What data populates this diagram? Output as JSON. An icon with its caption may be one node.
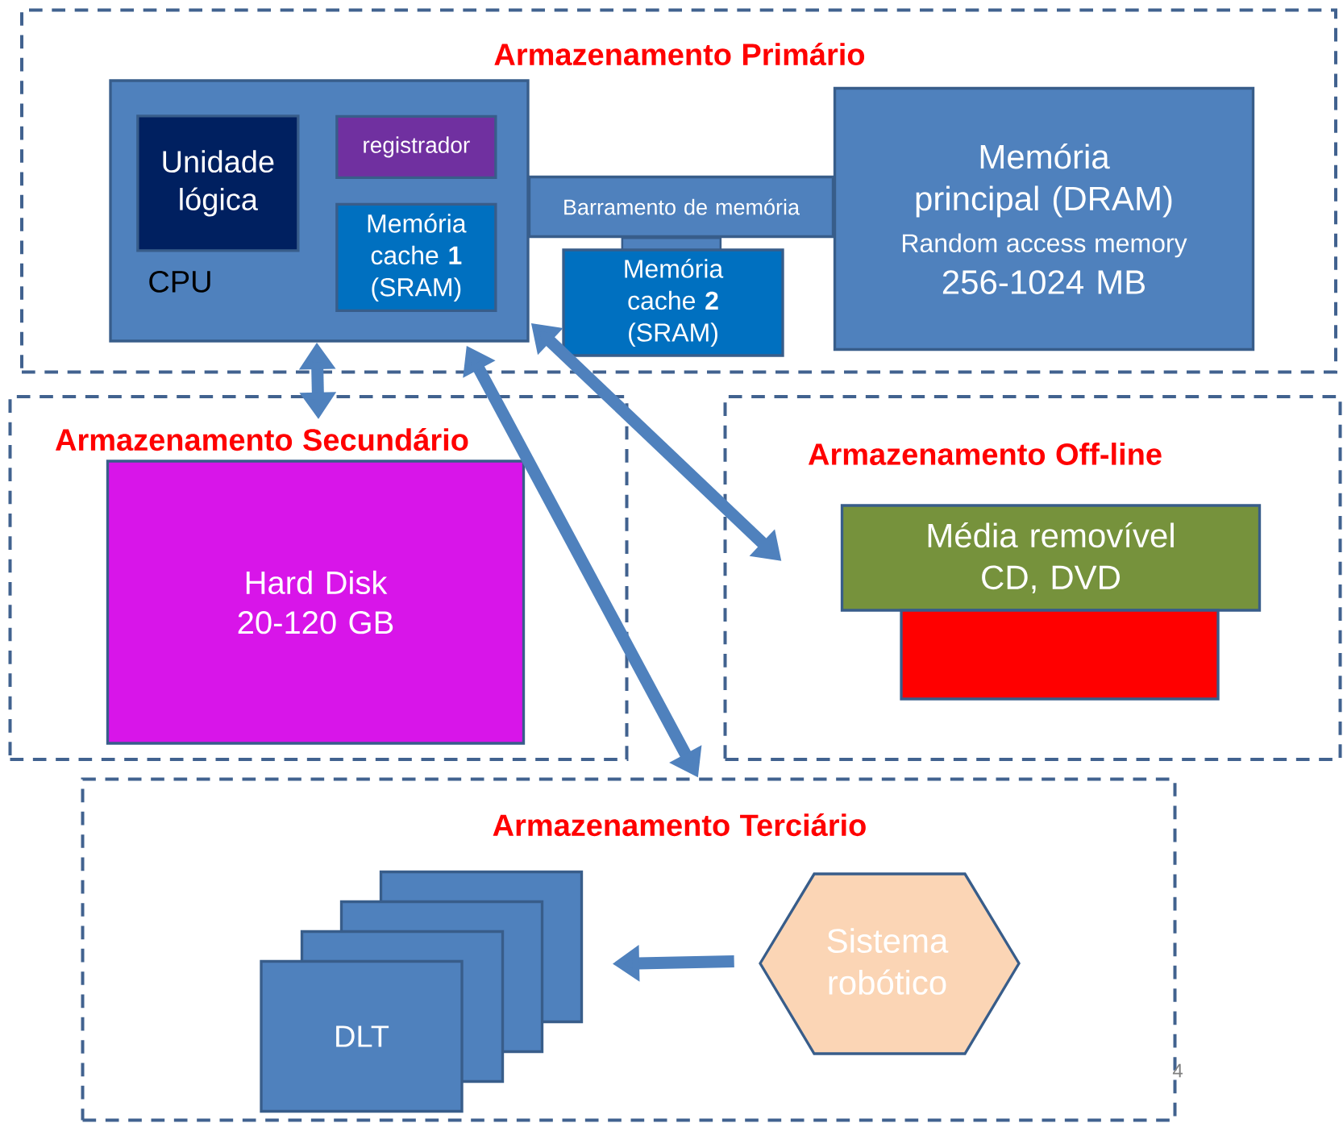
{
  "diagram": {
    "nodes": [
      {
        "text": [
          "Armazenamento Primário"
        ]
      },
      {
        "text": [
          "CPU"
        ],
        "in": 0
      },
      {
        "text": [
          "Unidade lógica"
        ],
        "in": 1
      },
      {
        "text": [
          "registrador"
        ],
        "in": 1
      },
      {
        "text": [
          "Memória cache **1** (SRAM)"
        ],
        "in": 1
      },
      {
        "text": [
          "Barramento de memória"
        ],
        "in": 0
      },
      {
        "text": [
          "Memória cache **2** (SRAM)"
        ],
        "in": 0
      },
      {
        "text": [
          "Memória principal (DRAM)",
          "Random access memory",
          "256-1024 MB"
        ],
        "in": 0
      },
      {
        "text": [
          "Armazenamento Secundário"
        ]
      },
      {
        "text": [
          "Hard Disk",
          "20-120 GB"
        ],
        "in": 8
      },
      {
        "text": [
          "Armazenamento Off-line"
        ]
      },
      {
        "text": [
          "Média removível CD, DVD"
        ],
        "in": 10
      },
      {
        "text": [],
        "shape": "box",
        "in": 10
      },
      {
        "text": [
          "Armazenamento Terciário"
        ]
      },
      {
        "text": [
          "DLT"
        ],
        "in": 13
      },
      {
        "text": [
          "Sistema robótico"
        ],
        "in": 13
      }
    ],
    "edges": [
      {
        "from": 1,
        "to": 8,
        "arrow": "both"
      },
      {
        "from": 1,
        "to": 13,
        "arrow": "both"
      },
      {
        "from": 1,
        "to": 10,
        "arrow": "both"
      },
      {
        "from": 15,
        "to": 14,
        "arrow": "to"
      }
    ],
    "labels": [
      "4"
    ]
  }
}
